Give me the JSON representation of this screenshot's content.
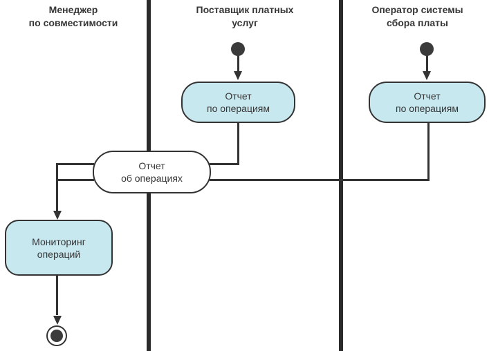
{
  "diagram": {
    "type": "uml-activity-swimlane-diagram",
    "lanes": [
      {
        "title_line1": "Менеджер",
        "title_line2": "по совместимости"
      },
      {
        "title_line1": "Поставщик платных",
        "title_line2": "услуг"
      },
      {
        "title_line1": "Оператор системы",
        "title_line2": "сбора платы"
      }
    ],
    "nodes": {
      "report_provider": {
        "line1": "Отчет",
        "line2": "по операциям"
      },
      "report_operator": {
        "line1": "Отчет",
        "line2": "по операциям"
      },
      "report_object": {
        "line1": "Отчет",
        "line2": "об операциях"
      },
      "monitoring": {
        "line1": "Мониторинг",
        "line2": "операций"
      }
    },
    "colors": {
      "activity_fill": "#c8e8f0",
      "stroke": "#333333",
      "lane_divider": "#2b2b2b",
      "node_dark": "#3b3b3b",
      "text": "#363636",
      "background": "#ffffff"
    }
  }
}
